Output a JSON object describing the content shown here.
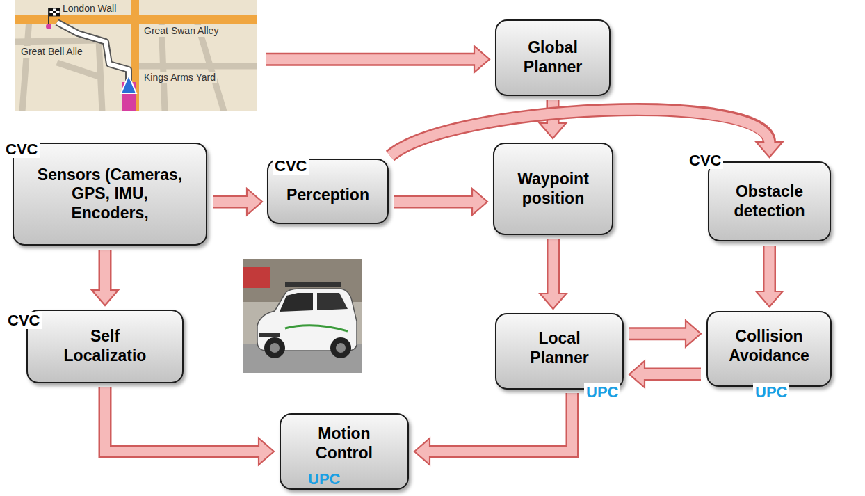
{
  "diagram": {
    "nodes": [
      {
        "text": [
          "London Wall",
          "Great Swan Alley",
          "Great Bell Alle",
          "Kings Arms Yard"
        ]
      },
      {
        "text": [
          "Global Planner"
        ]
      },
      {
        "text": [
          "CVC",
          "Sensors (Cameras, GPS, IMU, Encoders,"
        ]
      },
      {
        "text": [
          "CVC",
          "Perception"
        ]
      },
      {
        "text": [
          "Waypoint position"
        ]
      },
      {
        "text": [
          "CVC",
          "Obstacle detection"
        ]
      },
      {
        "text": [
          "CVC",
          "Self Localizatio"
        ]
      },
      {
        "text": [
          "Local Planner",
          "UPC"
        ]
      },
      {
        "text": [
          "Collision Avoidance",
          "UPC"
        ]
      },
      {
        "text": [
          "Motion Control",
          "UPC"
        ]
      }
    ],
    "edges": [
      {
        "from": 0,
        "to": 1,
        "arrow": "to"
      },
      {
        "from": 1,
        "to": 4,
        "arrow": "to"
      },
      {
        "from": 3,
        "to": 5,
        "arrow": "to"
      },
      {
        "from": 2,
        "to": 3,
        "arrow": "to"
      },
      {
        "from": 3,
        "to": 4,
        "arrow": "to"
      },
      {
        "from": 2,
        "to": 6,
        "arrow": "to"
      },
      {
        "from": 4,
        "to": 7,
        "arrow": "to"
      },
      {
        "from": 5,
        "to": 8,
        "arrow": "to"
      },
      {
        "from": 7,
        "to": 8,
        "arrow": "to"
      },
      {
        "from": 8,
        "to": 7,
        "arrow": "to"
      },
      {
        "from": 6,
        "to": 9,
        "arrow": "to"
      },
      {
        "from": 7,
        "to": 9,
        "arrow": "to"
      }
    ]
  }
}
